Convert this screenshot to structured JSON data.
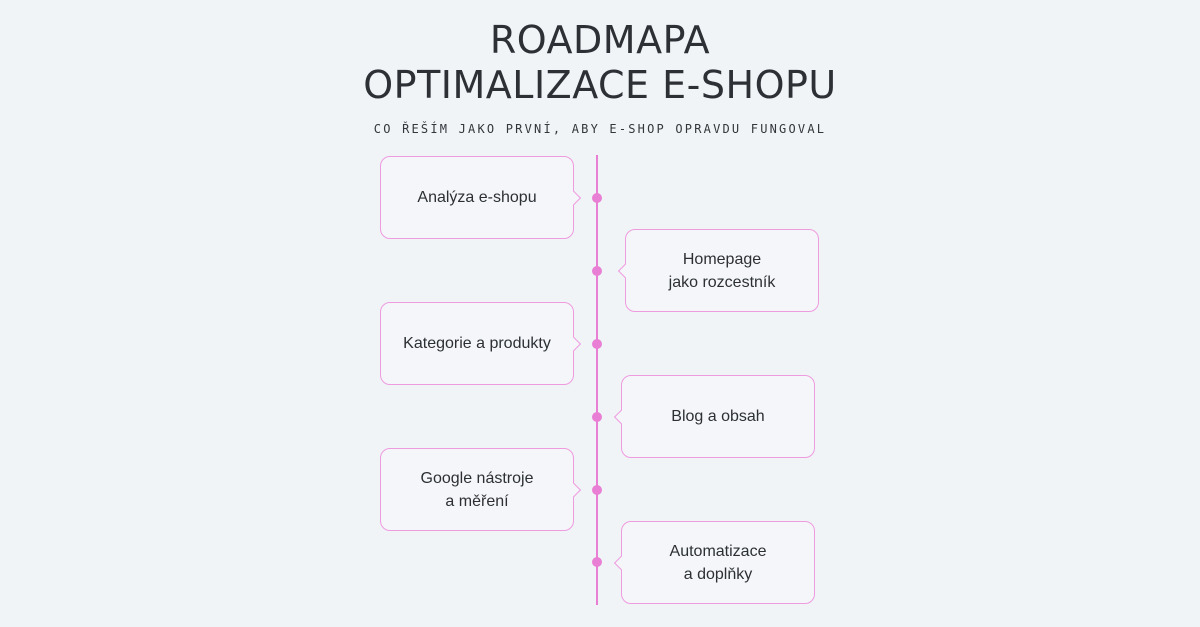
{
  "title": {
    "line1": "ROADMAPA",
    "line2": "OPTIMALIZACE E-SHOPU"
  },
  "subtitle": "CO ŘEŠÍM JAKO PRVNÍ, ABY E-SHOP OPRAVDU FUNGOVAL",
  "steps": [
    {
      "line1": "Analýza e-shopu",
      "line2": ""
    },
    {
      "line1": "Homepage",
      "line2": "jako rozcestník"
    },
    {
      "line1": "Kategorie a produkty",
      "line2": ""
    },
    {
      "line1": "Blog a obsah",
      "line2": ""
    },
    {
      "line1": "Google nástroje",
      "line2": "a měření"
    },
    {
      "line1": "Automatizace",
      "line2": "a doplňky"
    }
  ],
  "colors": {
    "accent": "#e87fd5",
    "card_border": "#ef9be0",
    "background": "#f0f4f7",
    "text": "#2d3136"
  }
}
